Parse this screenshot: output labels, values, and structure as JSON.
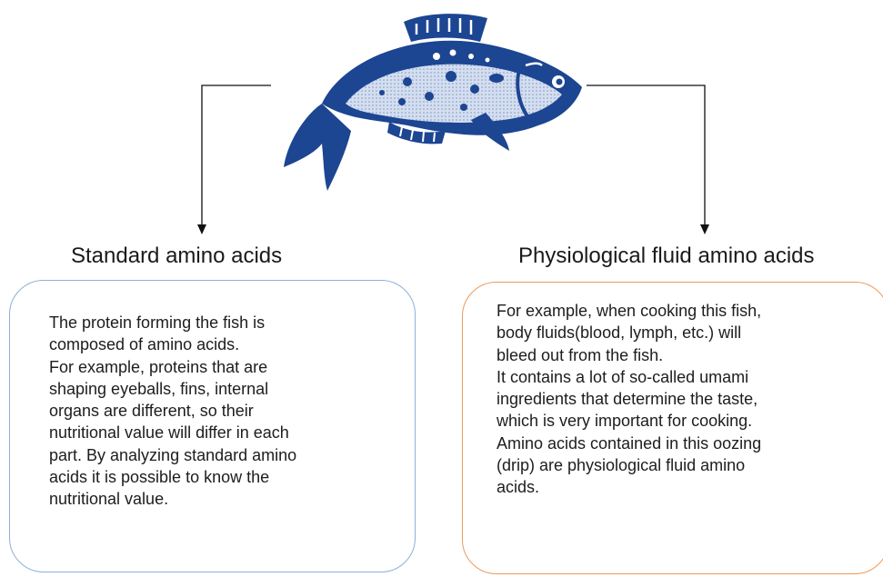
{
  "colors": {
    "fish_blue": "#1c4592",
    "fish_belly": "#c9d6ec",
    "left_box_border": "#8db0d6",
    "right_box_border": "#ec9a5a",
    "connector": "#111111"
  },
  "icons": {
    "fish": "fish-icon"
  },
  "left": {
    "heading": "Standard amino acids",
    "lines": [
      "The protein forming the fish is",
      "composed of amino acids.",
      "For example, proteins that are",
      "shaping eyeballs, fins, internal",
      "organs are different, so their",
      "nutritional value will differ in each",
      "part. By analyzing standard amino",
      "acids it is possible to know the",
      "nutritional value."
    ]
  },
  "right": {
    "heading": "Physiological fluid amino acids",
    "lines": [
      "For example, when cooking this fish,",
      "body fluids(blood, lymph, etc.) will",
      "bleed out from the fish.",
      "It contains a lot of so-called umami",
      "ingredients that determine the taste,",
      "which is very important for cooking.",
      "Amino acids contained in this oozing",
      "(drip) are physiological fluid amino",
      "acids."
    ]
  }
}
